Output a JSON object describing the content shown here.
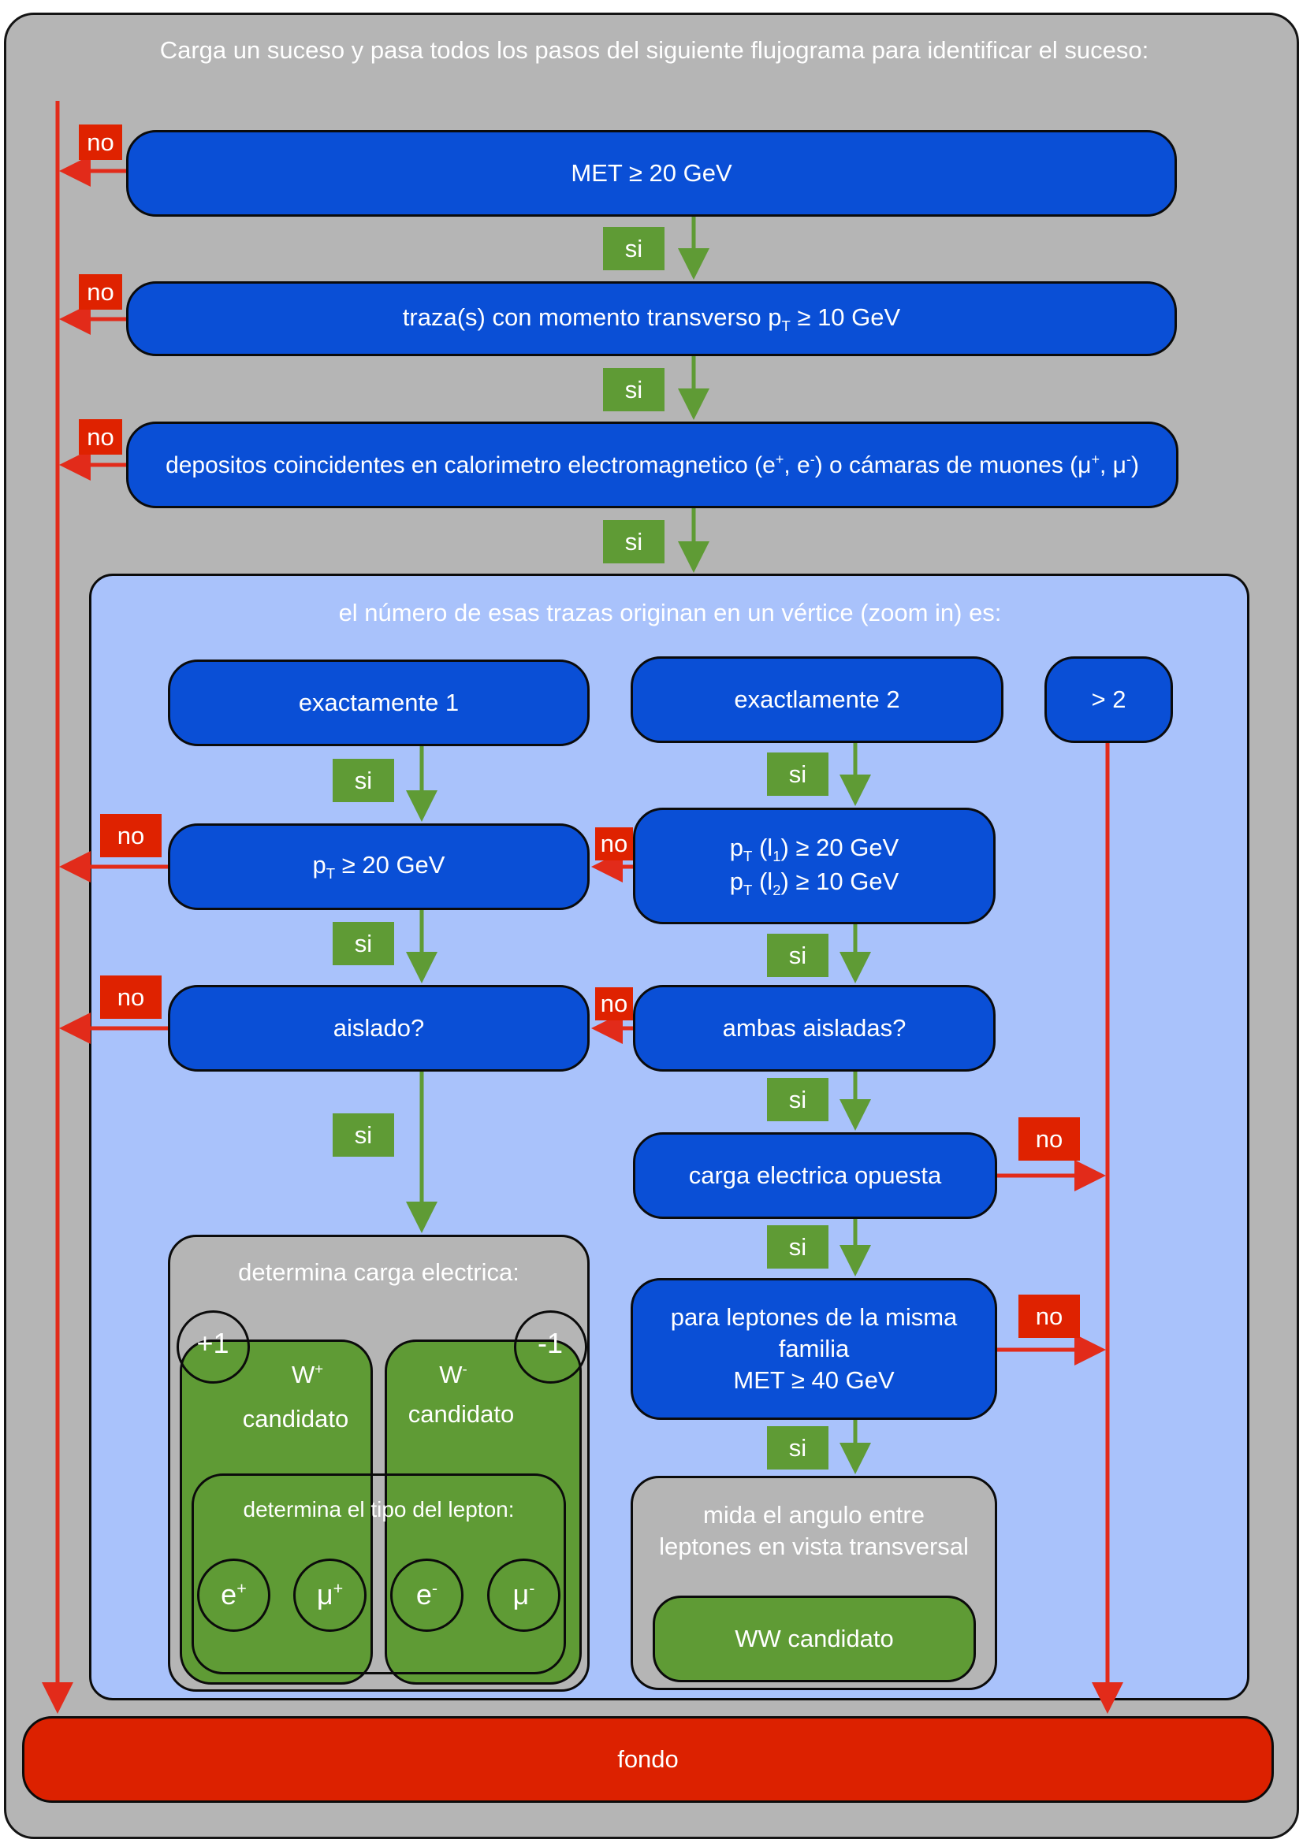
{
  "intro": "Carga un suceso y pasa todos los pasos del siguiente flujograma para identificar el suceso:",
  "steps": {
    "met": "MET ≥ 20 GeV",
    "traza_pre": "traza(s) con momento transverso p",
    "traza_sub": "T",
    "traza_post": " ≥ 10 GeV",
    "dep_a": "depositos coincidentes en calorimetro electromagnetico (e",
    "dep_sup1": "+",
    "dep_b": ", e",
    "dep_sup2": "-",
    "dep_c": ") o cámaras de muones (μ",
    "dep_sup3": "+",
    "dep_d": ", μ",
    "dep_sup4": "-",
    "dep_e": ")"
  },
  "vertex": {
    "title": "el número de esas trazas originan en un vértice (zoom in) es:",
    "one": "exactamente 1",
    "two": "exactlamente 2",
    "more": "> 2"
  },
  "left_branch": {
    "pt_p": "p",
    "pt_sub": "T",
    "pt_rest": " ≥ 20 GeV",
    "aislado": "aislado?",
    "charge_title": "determina carga electrica:",
    "plus_one": "+1",
    "minus_one": "-1",
    "wplus": "W",
    "wplus_sup": "+",
    "wminus": "W",
    "wminus_sup": "-",
    "candidato": "candidato",
    "lepton_title": "determina el tipo del lepton:",
    "e": "e",
    "mu": "μ",
    "plus": "+",
    "minus": "-"
  },
  "right_branch": {
    "pt1_p": "p",
    "pt1_sub": "T",
    "pt1_mid": " (l",
    "pt1_idx": "1",
    "pt1_rest": ") ≥ 20 GeV",
    "pt2_p": "p",
    "pt2_sub": "T",
    "pt2_mid": " (l",
    "pt2_idx": "2",
    "pt2_rest": ") ≥ 10 GeV",
    "ambas": "ambas aisladas?",
    "carga": "carga electrica opuesta",
    "misma_1": "para leptones de la misma",
    "misma_2": "familia",
    "misma_3": "MET ≥ 40 GeV",
    "angulo_1": "mida el angulo entre",
    "angulo_2": "leptones en vista transversal",
    "ww": "WW candidato"
  },
  "fondo": "fondo",
  "labels": {
    "no": "no",
    "si": "si"
  },
  "colors": {
    "frame": "#b5b5b5",
    "blue_box": "#0a4fd6",
    "inner_panel": "#a9c2fb",
    "green": "#5f9b35",
    "red": "#dc2100",
    "arrow_red": "#e22b1a",
    "arrow_green": "#5f9b35"
  }
}
